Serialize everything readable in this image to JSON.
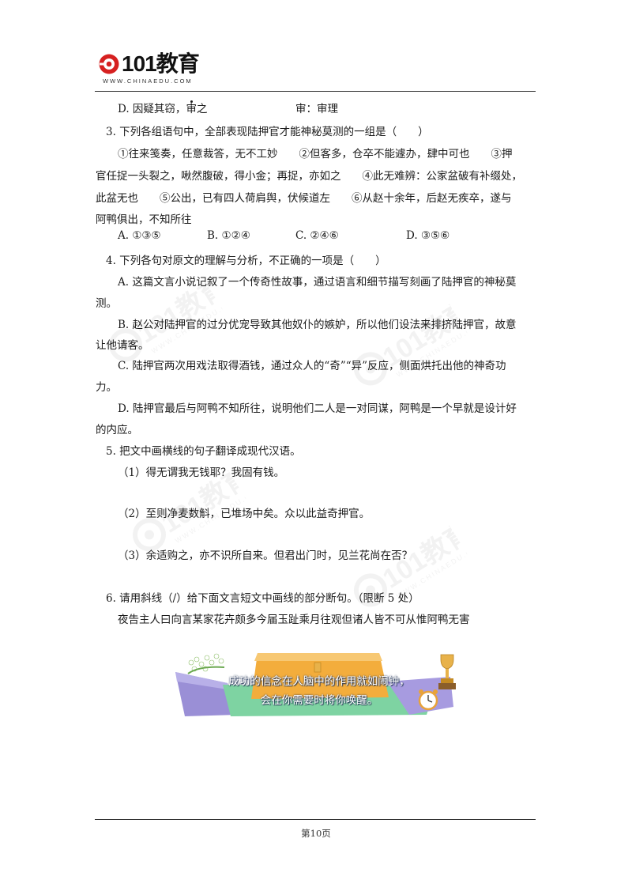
{
  "header": {
    "logo_text": "101教育",
    "logo_url": "WWW.CHINAEDU.COM"
  },
  "watermark": {
    "text": "101教育",
    "url": "WWW.CHINAEDU.COM"
  },
  "q2_option_d": {
    "label": "D. 因疑其窃，",
    "dotted_char": "审",
    "after_dot": "之",
    "gloss": "审：审理"
  },
  "q3": {
    "stem": "3. 下列各组语句中，全部表现陆押官才能神秘莫测的一组是（　　）",
    "lines": [
      "①往来笺奏，任意裁答，无不工妙　　②但客多，仓卒不能遽办，肆中可也　　③押",
      "官任捉一头裂之，啾然腹破，得小金；再捉，亦如之　　④此无难辨：公家盆破有补缀处，",
      "此盆无也　　⑤公出，已有四人荷肩舆，伏候道左　　⑥从赵十余年，后赵无疾卒，遂与",
      "阿鸭俱出，不知所往"
    ],
    "options": [
      "A. ①③⑤",
      "B. ①②④",
      "C. ②④⑥",
      "D. ③⑤⑥"
    ]
  },
  "q4": {
    "stem": "4. 下列各句对原文的理解与分析，不正确的一项是（　　）",
    "lines": [
      "A. 这篇文言小说记叙了一个传奇性故事，通过语言和细节描写刻画了陆押官的神秘莫",
      "测。",
      "B. 赵公对陆押官的过分优宠导致其他奴仆的嫉妒，所以他们设法来排挤陆押官，故意",
      "让他请客。",
      "C. 陆押官两次用戏法取得酒钱，通过众人的“奇”“异”反应，侧面烘托出他的神奇功",
      "力。",
      "D. 陆押官最后与阿鸭不知所往，说明他们二人是一对同谋，阿鸭是一个早就是设计好",
      "的内应。"
    ]
  },
  "q5": {
    "stem": "5. 把文中画横线的句子翻译成现代汉语。",
    "items": [
      "（1）得无谓我无钱耶？我固有钱。",
      "（2）至则净麦数斛，已堆场中矣。众以此益奇押官。",
      "（3）余适购之，亦不识所自来。但君出门时，见兰花尚在否？"
    ]
  },
  "q6": {
    "stem": "6. 请用斜线（/）给下面文言短文中画线的部分断句。（限断 5 处）",
    "text": "夜告主人曰向言某家花卉颇多今届玉趾乘月往观但诸人皆不可从惟阿鸭无害"
  },
  "banner": {
    "line1": "成功的信念在人脑中的作用就如闹钟，",
    "line2": "会在你需要时将你唤醒。",
    "colors": {
      "purple": "#9a8fd6",
      "orange": "#f3ad3c",
      "green": "#7ed3a2",
      "gold": "#e8b24a"
    }
  },
  "footer": {
    "page_number": "第10页"
  }
}
